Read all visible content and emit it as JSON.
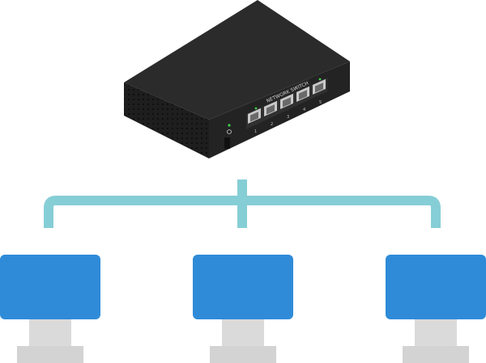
{
  "switch": {
    "label": "NETWORK SWITCH",
    "ports": [
      "1",
      "2",
      "3",
      "4",
      "5"
    ],
    "body_color": "#2b2b2b",
    "led_color": "#3ecf4a"
  },
  "connector": {
    "color": "#86ced6"
  },
  "computers": [
    {
      "screen_color": "#2f8bd8",
      "stand_color": "#d3d3d3"
    },
    {
      "screen_color": "#2f8bd8",
      "stand_color": "#d3d3d3"
    },
    {
      "screen_color": "#2f8bd8",
      "stand_color": "#d3d3d3"
    }
  ]
}
